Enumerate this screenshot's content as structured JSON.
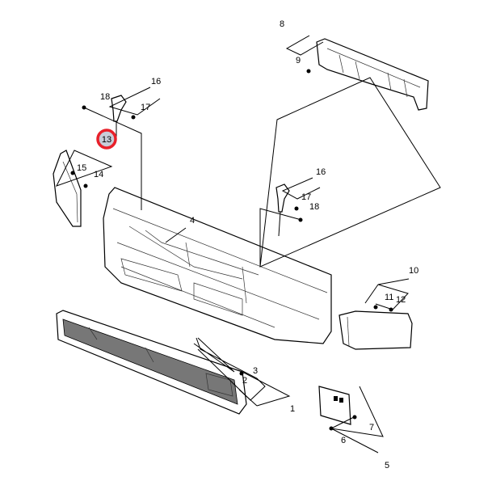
{
  "diagram": {
    "type": "exploded-parts-view",
    "callouts": {
      "c1": "1",
      "c2": "2",
      "c3": "3",
      "c4": "4",
      "c5": "5",
      "c6": "6",
      "c7": "7",
      "c8": "8",
      "c9": "9",
      "c10": "10",
      "c11": "11",
      "c12": "12",
      "c13": "13",
      "c14": "14",
      "c15": "15",
      "c16a": "16",
      "c17a": "17",
      "c18a": "18",
      "c16b": "16",
      "c17b": "17",
      "c18b": "18"
    },
    "highlighted_callout": "13",
    "highlight_color": "#e8202a",
    "highlight_fill": "#c8ccd8"
  }
}
